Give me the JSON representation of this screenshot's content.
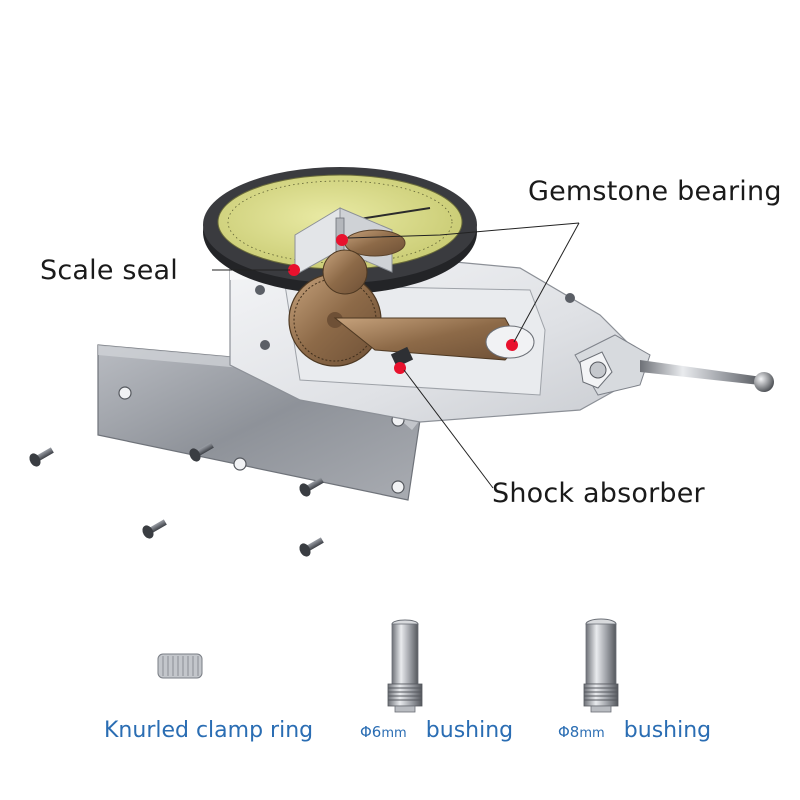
{
  "callouts": {
    "gemstone_bearing": "Gemstone bearing",
    "scale_seal": "Scale seal",
    "shock_absorber": "Shock absorber"
  },
  "accessories": {
    "knurled_ring": "Knurled clamp ring",
    "bushing_6": {
      "phi": "Φ6",
      "unit": "mm",
      "word": "bushing"
    },
    "bushing_8": {
      "phi": "Φ8",
      "unit": "mm",
      "word": "bushing"
    }
  },
  "colors": {
    "label_blue": "#2a6db3",
    "dial_face": "#d9db8a",
    "marker_red": "#e8112d",
    "brass": "#9c7b58",
    "metal_light": "#e4e6ea",
    "plate": "#9a9ea6"
  }
}
